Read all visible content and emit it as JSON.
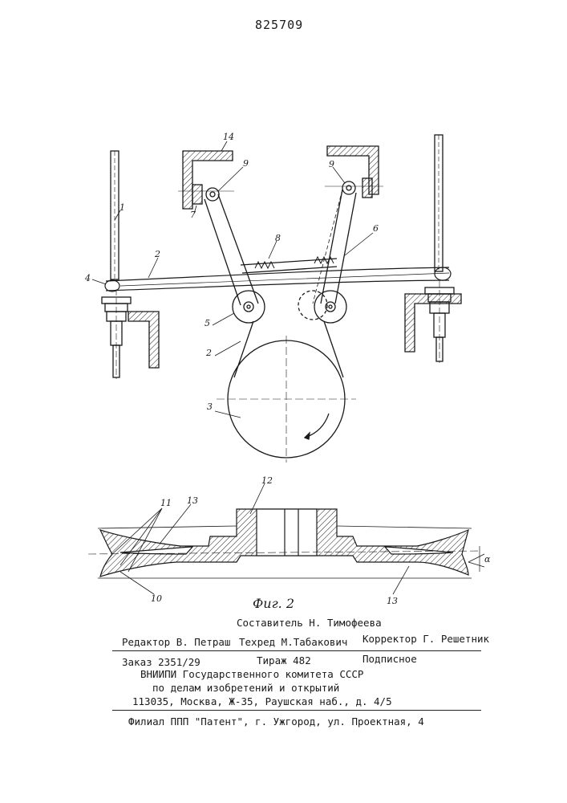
{
  "patent_number": "825709",
  "figure_caption": "Фиг. 2",
  "labels": {
    "l1": "1",
    "l2a": "2",
    "l2b": "2",
    "l3": "3",
    "l4": "4",
    "l5": "5",
    "l6": "6",
    "l7": "7",
    "l8": "8",
    "l9a": "9",
    "l9b": "9",
    "l14": "14",
    "l10": "10",
    "l11": "11",
    "l12": "12",
    "l13a": "13",
    "l13b": "13",
    "alpha": "α"
  },
  "footer": {
    "compiler": "Составитель Н. Тимофеева",
    "editor": "Редактор В. Петраш",
    "techred": "Техред М.Табакович",
    "corrector": "Корректор Г. Решетник",
    "order": "Заказ 2351/29",
    "print_run": "Тираж 482",
    "subscription": "Подписное",
    "org1": "ВНИИПИ Государственного комитета СССР",
    "org2": "по делам изобретений и открытий",
    "address": "113035, Москва, Ж-35, Раушская наб., д. 4/5",
    "branch": "Филиал ППП \"Патент\", г. Ужгород, ул. Проектная, 4"
  }
}
